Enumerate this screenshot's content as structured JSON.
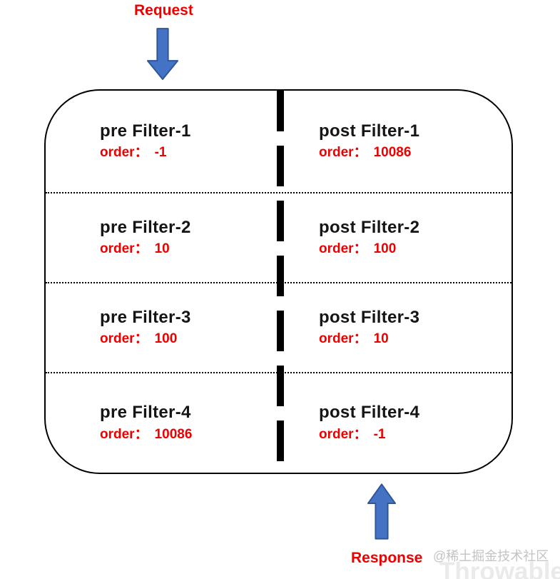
{
  "request_label": "Request",
  "response_label": "Response",
  "rows": [
    {
      "left": {
        "title": "pre Filter-1",
        "order_label": "order：",
        "order_value": "-1"
      },
      "right": {
        "title": "post Filter-1",
        "order_label": "order：",
        "order_value": "10086"
      }
    },
    {
      "left": {
        "title": "pre Filter-2",
        "order_label": "order：",
        "order_value": "10"
      },
      "right": {
        "title": "post Filter-2",
        "order_label": "order：",
        "order_value": "100"
      }
    },
    {
      "left": {
        "title": "pre Filter-3",
        "order_label": "order：",
        "order_value": "100"
      },
      "right": {
        "title": "post Filter-3",
        "order_label": "order：",
        "order_value": "10"
      }
    },
    {
      "left": {
        "title": "pre Filter-4",
        "order_label": "order：",
        "order_value": "10086"
      },
      "right": {
        "title": "post Filter-4",
        "order_label": "order：",
        "order_value": "-1"
      }
    }
  ],
  "watermark": {
    "line1": "@稀土掘金技术社区",
    "line2": "Throwable"
  },
  "colors": {
    "label_red": "#ee0000",
    "arrow_fill": "#4472c4",
    "arrow_stroke": "#2f5597",
    "line_black": "#000000",
    "watermark_gray": "#c3c3c3",
    "watermark_light": "#eaeaea"
  }
}
